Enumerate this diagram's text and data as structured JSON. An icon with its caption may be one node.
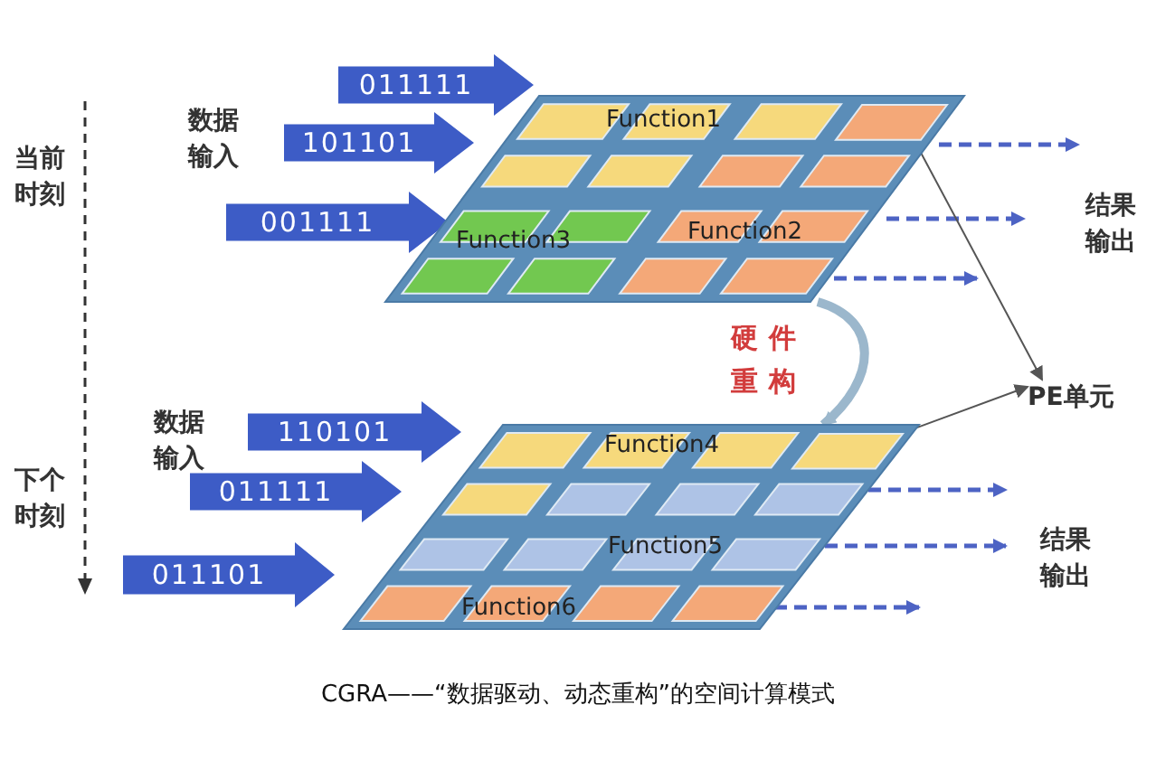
{
  "diagram": {
    "caption": "CGRA——“数据驱动、动态重构”的空间计算模式",
    "nodes": [
      {
        "text": [
          "011111"
        ]
      },
      {
        "text": [
          "101101"
        ]
      },
      {
        "text": [
          "001111"
        ]
      },
      {
        "text": [
          "Function1",
          "Function3",
          "Function2"
        ]
      },
      {
        "text": [],
        "shape": "box",
        "in": 3
      },
      {
        "text": [
          "PE单元"
        ]
      },
      {
        "text": [
          "110101"
        ]
      },
      {
        "text": [
          "011111"
        ]
      },
      {
        "text": [
          "011101"
        ]
      },
      {
        "text": [
          "Function4",
          "Function5",
          "Function6"
        ]
      },
      {
        "text": [],
        "shape": "box",
        "in": 9
      }
    ],
    "edges": [
      {
        "from": 3,
        "to": null,
        "arrow": "to",
        "style": "dashed"
      },
      {
        "from": 3,
        "to": null,
        "arrow": "to",
        "style": "dashed"
      },
      {
        "from": 3,
        "to": null,
        "arrow": "to",
        "style": "dashed"
      },
      {
        "from": 9,
        "to": null,
        "arrow": "to",
        "style": "dashed"
      },
      {
        "from": 9,
        "to": null,
        "arrow": "to",
        "style": "dashed"
      },
      {
        "from": 9,
        "to": null,
        "arrow": "to",
        "style": "dashed"
      },
      {
        "from": 3,
        "to": 9,
        "arrow": "to",
        "label": "硬件重构",
        "style": "thick",
        "color": "#9bb7cc"
      },
      {
        "from": 4,
        "to": 5,
        "arrow": "to",
        "color": "#555555"
      },
      {
        "from": 10,
        "to": 5,
        "arrow": "to",
        "color": "#555555"
      }
    ],
    "labels": [
      "数据输入",
      "当前时刻",
      "结果输出",
      "数据输入",
      "下个时刻",
      "结果输出"
    ]
  }
}
